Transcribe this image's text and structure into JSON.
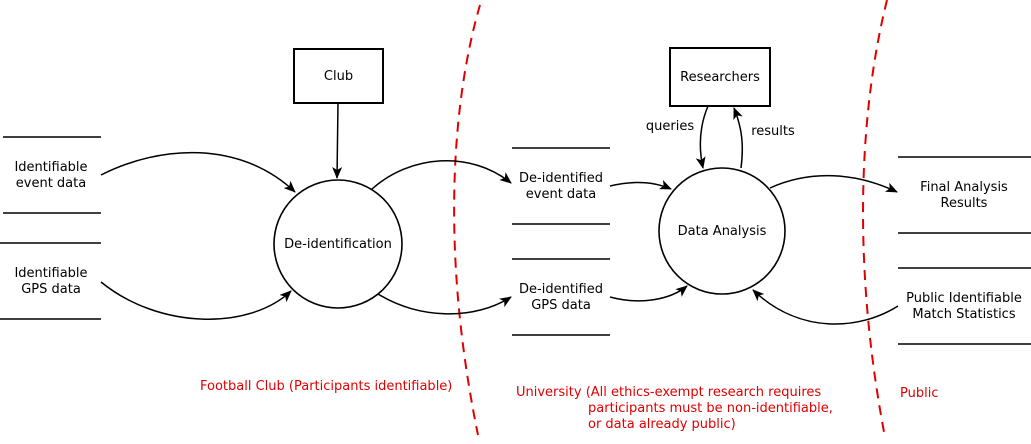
{
  "entities": {
    "club": "Club",
    "researchers": "Researchers"
  },
  "processes": {
    "deidentification": "De-identification",
    "analysis": "Data Analysis"
  },
  "stores": {
    "identifiable_event": [
      "Identifiable",
      "event data"
    ],
    "identifiable_gps": [
      "Identifiable",
      "GPS data"
    ],
    "deidentified_event": [
      "De-identified",
      "event data"
    ],
    "deidentified_gps": [
      "De-identified",
      "GPS data"
    ],
    "final_results": [
      "Final Analysis",
      "Results"
    ],
    "public_stats": [
      "Public Identifiable",
      "Match Statistics"
    ]
  },
  "flows": {
    "queries": "queries",
    "results": "results"
  },
  "zones": {
    "football_club": "Football Club (Participants identifiable)",
    "university": [
      "University (All ethics-exempt research requires",
      "participants must be non-identifiable,",
      "or data already public)"
    ],
    "public": "Public"
  },
  "colors": {
    "boundary": "#e00000",
    "stroke": "#000000"
  }
}
